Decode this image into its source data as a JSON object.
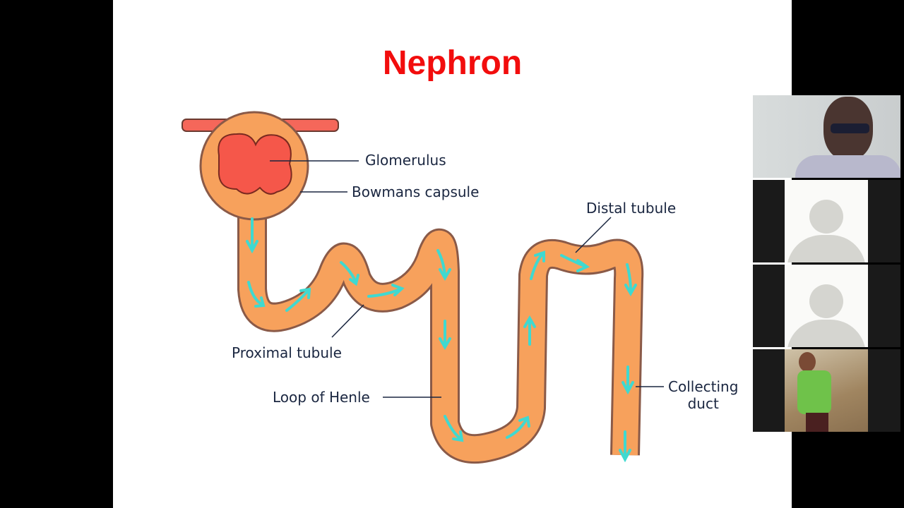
{
  "slide": {
    "title": "Nephron",
    "labels": {
      "glomerulus": "Glomerulus",
      "bowmans_capsule": "Bowmans capsule",
      "distal_tubule": "Distal tubule",
      "proximal_tubule": "Proximal tubule",
      "loop_of_henle": "Loop of Henle",
      "collecting_duct_line1": "Collecting",
      "collecting_duct_line2": "duct"
    },
    "colors": {
      "title": "#f20d0d",
      "tube": "#f7a15c",
      "outline": "#8a5a48",
      "glomerulus": "#f5574a",
      "arrow": "#3fd9d0"
    }
  },
  "participants": [
    {
      "type": "video",
      "description_hidden": true
    },
    {
      "type": "avatar"
    },
    {
      "type": "avatar"
    },
    {
      "type": "video"
    }
  ]
}
